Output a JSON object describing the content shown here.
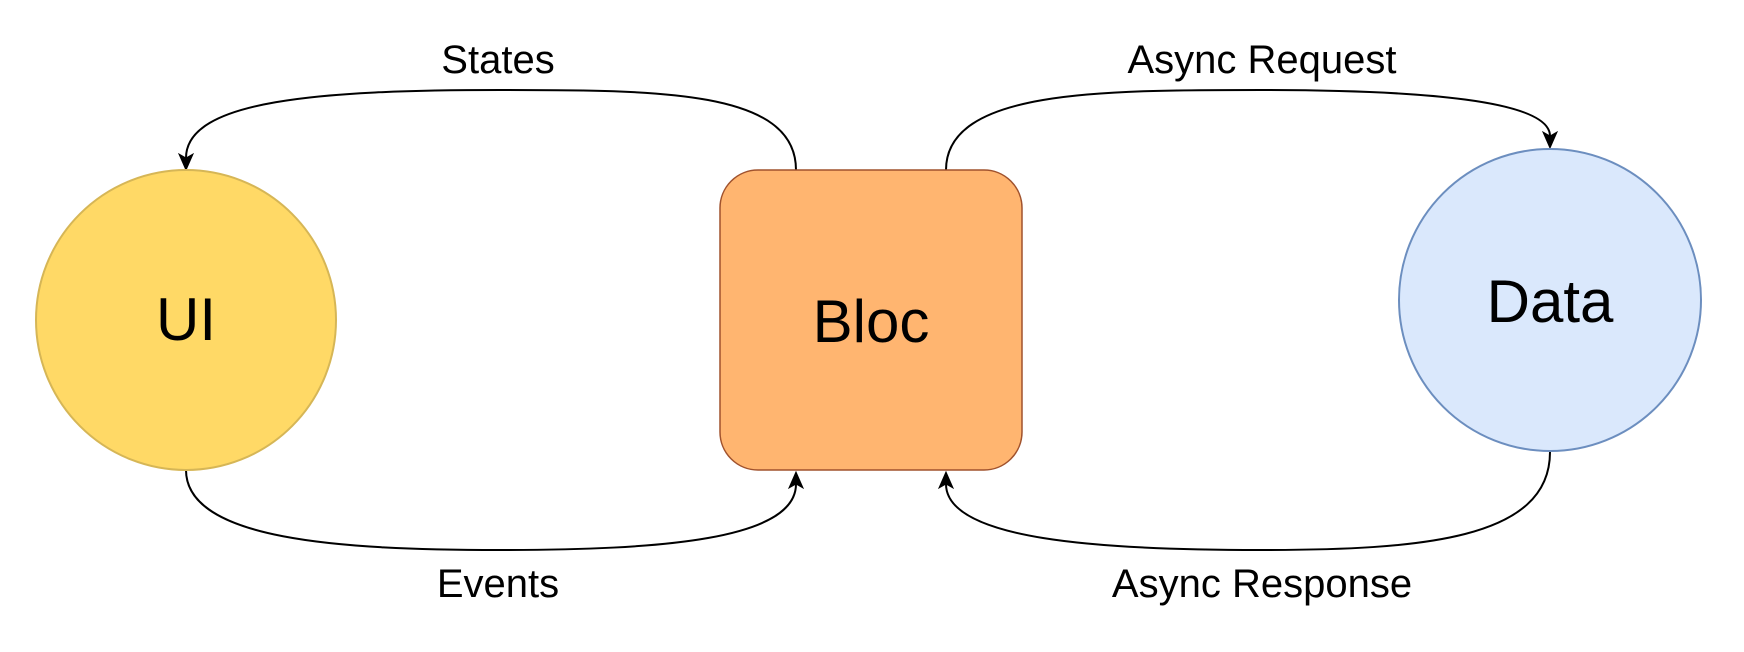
{
  "nodes": {
    "ui": {
      "label": "UI",
      "shape": "circle",
      "fill": "#FFD966",
      "stroke": "#D6B656"
    },
    "bloc": {
      "label": "Bloc",
      "shape": "rounded-rectangle",
      "fill": "#FFB570",
      "stroke": "#A0522D"
    },
    "data": {
      "label": "Data",
      "shape": "circle",
      "fill": "#DAE8FC",
      "stroke": "#6C8EBF"
    }
  },
  "edges": {
    "states": {
      "label": "States",
      "from": "bloc",
      "to": "ui"
    },
    "events": {
      "label": "Events",
      "from": "ui",
      "to": "bloc"
    },
    "async_request": {
      "label": "Async Request",
      "from": "bloc",
      "to": "data"
    },
    "async_response": {
      "label": "Async Response",
      "from": "data",
      "to": "bloc"
    }
  }
}
